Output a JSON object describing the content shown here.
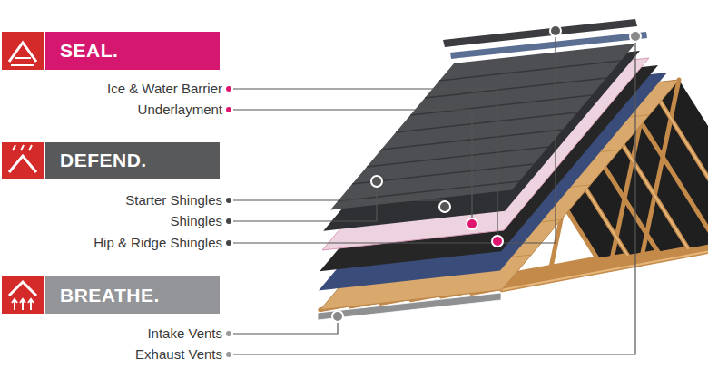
{
  "diagram": {
    "nodes": [
      {
        "text": [
          "SEAL."
        ]
      },
      {
        "text": [
          "DEFEND."
        ]
      },
      {
        "text": [
          "BREATHE."
        ]
      }
    ],
    "labels": [
      "Ice & Water Barrier",
      "Underlayment",
      "Starter Shingles",
      "Shingles",
      "Hip & Ridge Shingles",
      "Intake Vents",
      "Exhaust Vents"
    ]
  }
}
